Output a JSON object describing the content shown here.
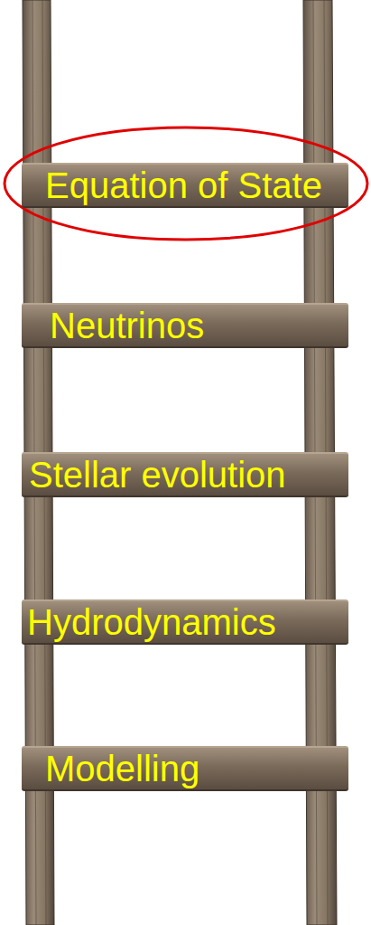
{
  "diagram": {
    "nodes": [
      {
        "text": [
          "Equation of State"
        ]
      },
      {
        "text": [
          "Neutrinos"
        ]
      },
      {
        "text": [
          "Stellar evolution"
        ]
      },
      {
        "text": [
          "Hydrodynamics"
        ]
      },
      {
        "text": [
          "Modelling"
        ]
      }
    ]
  }
}
